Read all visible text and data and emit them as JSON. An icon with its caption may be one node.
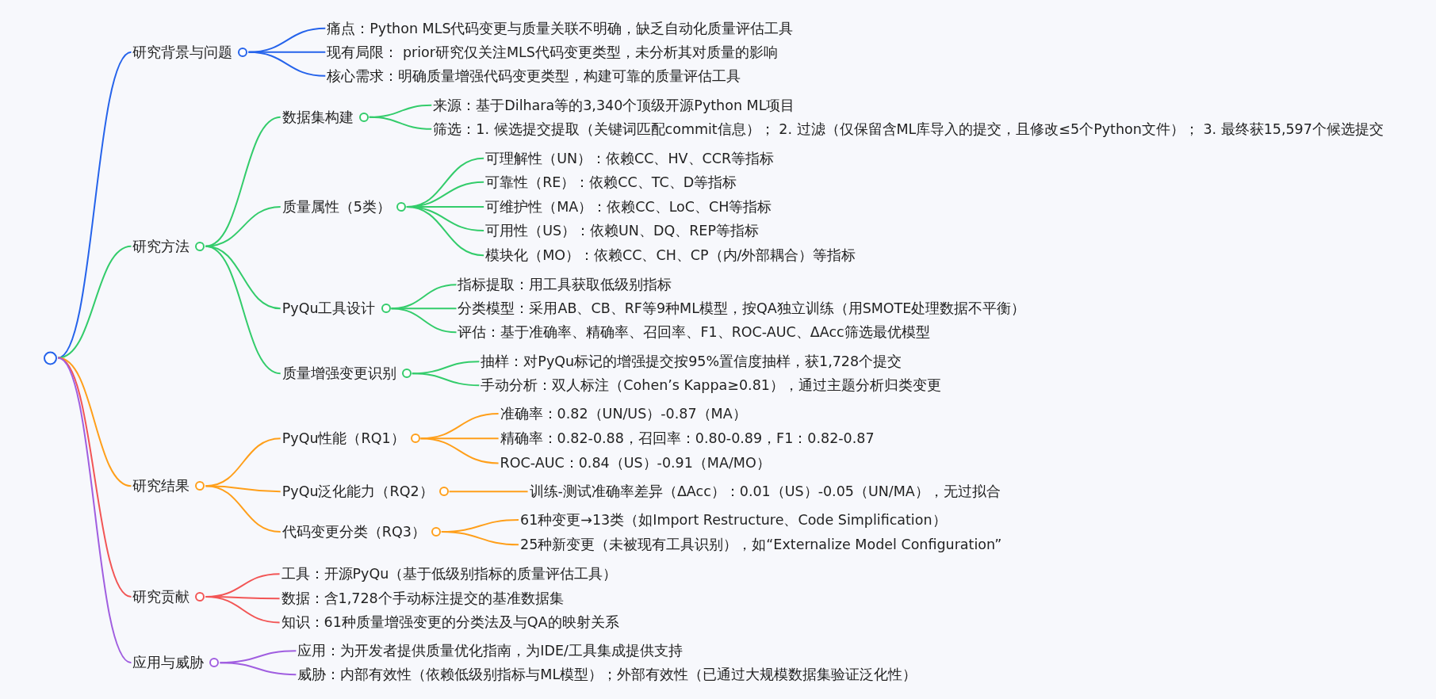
{
  "diagram": {
    "nodes": [
      {
        "text": [],
        "shape": "circle"
      },
      {
        "text": [
          "研究背景与问题"
        ]
      },
      {
        "text": [
          "痛点：Python MLS代码变更与质量关联不明确，缺乏自动化质量评估工具"
        ]
      },
      {
        "text": [
          "现有局限： prior研究仅关注MLS代码变更类型，未分析其对质量的影响"
        ]
      },
      {
        "text": [
          "核心需求：明确质量增强代码变更类型，构建可靠的质量评估工具"
        ]
      },
      {
        "text": [
          "研究方法"
        ]
      },
      {
        "text": [
          "数据集构建"
        ]
      },
      {
        "text": [
          "来源：基于Dilhara等的3,340个顶级开源Python ML项目"
        ]
      },
      {
        "text": [
          "筛选：1. 候选提交提取（关键词匹配commit信息）； 2. 过滤（仅保留含ML库导入的提交，且修改≤5个Python文件）； 3. 最终获15,597个候选提交"
        ]
      },
      {
        "text": [
          "质量属性（5类）"
        ]
      },
      {
        "text": [
          "可理解性（UN）：依赖CC、HV、CCR等指标"
        ]
      },
      {
        "text": [
          "可靠性（RE）：依赖CC、TC、D等指标"
        ]
      },
      {
        "text": [
          "可维护性（MA）：依赖CC、LoC、CH等指标"
        ]
      },
      {
        "text": [
          "可用性（US）：依赖UN、DQ、REP等指标"
        ]
      },
      {
        "text": [
          "模块化（MO）：依赖CC、CH、CP（内/外部耦合）等指标"
        ]
      },
      {
        "text": [
          "PyQu工具设计"
        ]
      },
      {
        "text": [
          "指标提取：用工具获取低级别指标"
        ]
      },
      {
        "text": [
          "分类模型：采用AB、CB、RF等9种ML模型，按QA独立训练（用SMOTE处理数据不平衡）"
        ]
      },
      {
        "text": [
          "评估：基于准确率、精确率、召回率、F1、ROC-AUC、ΔAcc筛选最优模型"
        ]
      },
      {
        "text": [
          "质量增强变更识别"
        ]
      },
      {
        "text": [
          "抽样：对PyQu标记的增强提交按95%置信度抽样，获1,728个提交"
        ]
      },
      {
        "text": [
          "手动分析：双人标注（Cohen’s Kappa≥0.81），通过主题分析归类变更"
        ]
      },
      {
        "text": [
          "研究结果"
        ]
      },
      {
        "text": [
          "PyQu性能（RQ1）"
        ]
      },
      {
        "text": [
          "准确率：0.82（UN/US）-0.87（MA）"
        ]
      },
      {
        "text": [
          "精确率：0.82-0.88，召回率：0.80-0.89，F1：0.82-0.87"
        ]
      },
      {
        "text": [
          "ROC-AUC：0.84（US）-0.91（MA/MO）"
        ]
      },
      {
        "text": [
          "PyQu泛化能力（RQ2）"
        ]
      },
      {
        "text": [
          "训练-测试准确率差异（ΔAcc）：0.01（US）-0.05（UN/MA），无过拟合"
        ]
      },
      {
        "text": [
          "代码变更分类（RQ3）"
        ]
      },
      {
        "text": [
          "61种变更→13类（如Import Restructure、Code Simplification）"
        ]
      },
      {
        "text": [
          "25种新变更（未被现有工具识别），如“Externalize Model Configuration”"
        ]
      },
      {
        "text": [
          "研究贡献"
        ]
      },
      {
        "text": [
          "工具：开源PyQu（基于低级别指标的质量评估工具）"
        ]
      },
      {
        "text": [
          "数据：含1,728个手动标注提交的基准数据集"
        ]
      },
      {
        "text": [
          "知识：61种质量增强变更的分类法及与QA的映射关系"
        ]
      },
      {
        "text": [
          "应用与威胁"
        ]
      },
      {
        "text": [
          "应用：为开发者提供质量优化指南，为IDE/工具集成提供支持"
        ]
      },
      {
        "text": [
          "威胁：内部有效性（依赖低级别指标与ML模型）；外部有效性（已通过大规模数据集验证泛化性）"
        ]
      }
    ],
    "edges": [
      {
        "from": 0,
        "to": 1,
        "arrow": "none",
        "color": "#2563eb"
      },
      {
        "from": 1,
        "to": 2,
        "arrow": "none",
        "color": "#2563eb"
      },
      {
        "from": 1,
        "to": 3,
        "arrow": "none",
        "color": "#2563eb"
      },
      {
        "from": 1,
        "to": 4,
        "arrow": "none",
        "color": "#2563eb"
      },
      {
        "from": 0,
        "to": 5,
        "arrow": "none"
      },
      {
        "from": 5,
        "to": 6,
        "arrow": "none"
      },
      {
        "from": 6,
        "to": 7,
        "arrow": "none"
      },
      {
        "from": 6,
        "to": 8,
        "arrow": "none"
      },
      {
        "from": 5,
        "to": 9,
        "arrow": "none"
      },
      {
        "from": 9,
        "to": 10,
        "arrow": "none"
      },
      {
        "from": 9,
        "to": 11,
        "arrow": "none"
      },
      {
        "from": 9,
        "to": 12,
        "arrow": "none"
      },
      {
        "from": 9,
        "to": 13,
        "arrow": "none"
      },
      {
        "from": 9,
        "to": 14,
        "arrow": "none"
      },
      {
        "from": 5,
        "to": 15,
        "arrow": "none"
      },
      {
        "from": 15,
        "to": 16,
        "arrow": "none"
      },
      {
        "from": 15,
        "to": 17,
        "arrow": "none"
      },
      {
        "from": 15,
        "to": 18,
        "arrow": "none"
      },
      {
        "from": 5,
        "to": 19,
        "arrow": "none"
      },
      {
        "from": 19,
        "to": 20,
        "arrow": "none"
      },
      {
        "from": 19,
        "to": 21,
        "arrow": "none"
      },
      {
        "from": 0,
        "to": 22,
        "arrow": "none",
        "color": "#ff9f1a"
      },
      {
        "from": 22,
        "to": 23,
        "arrow": "none",
        "color": "#ff9f1a"
      },
      {
        "from": 23,
        "to": 24,
        "arrow": "none",
        "color": "#ff9f1a"
      },
      {
        "from": 23,
        "to": 25,
        "arrow": "none",
        "color": "#ff9f1a"
      },
      {
        "from": 23,
        "to": 26,
        "arrow": "none",
        "color": "#ff9f1a"
      },
      {
        "from": 22,
        "to": 27,
        "arrow": "none",
        "color": "#ff9f1a"
      },
      {
        "from": 27,
        "to": 28,
        "arrow": "none",
        "color": "#ff9f1a"
      },
      {
        "from": 22,
        "to": 29,
        "arrow": "none",
        "color": "#ff9f1a"
      },
      {
        "from": 29,
        "to": 30,
        "arrow": "none",
        "color": "#ff9f1a"
      },
      {
        "from": 29,
        "to": 31,
        "arrow": "none",
        "color": "#ff9f1a"
      },
      {
        "from": 0,
        "to": 32,
        "arrow": "none",
        "color": "#f25555"
      },
      {
        "from": 32,
        "to": 33,
        "arrow": "none",
        "color": "#f25555"
      },
      {
        "from": 32,
        "to": 34,
        "arrow": "none",
        "color": "#f25555"
      },
      {
        "from": 32,
        "to": 35,
        "arrow": "none",
        "color": "#f25555"
      },
      {
        "from": 0,
        "to": 36,
        "arrow": "none",
        "color": "#a05ee0"
      },
      {
        "from": 36,
        "to": 37,
        "arrow": "none",
        "color": "#a05ee0"
      },
      {
        "from": 36,
        "to": 38,
        "arrow": "none",
        "color": "#a05ee0"
      }
    ]
  }
}
